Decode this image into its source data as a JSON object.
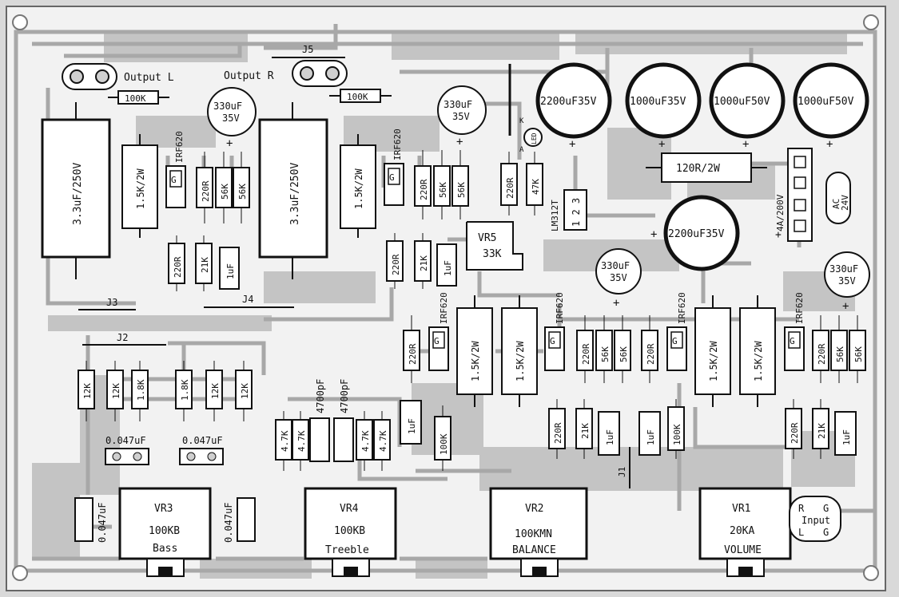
{
  "colors": {
    "board": "#f2f2f2",
    "copper": "#bdbdbd",
    "trace": "#a9a9a9",
    "ink": "#111111",
    "pad": "#ffffff"
  },
  "connectors": {
    "output_l": "Output L",
    "output_r": "Output R",
    "j1": "J1",
    "j2": "J2",
    "j3": "J3",
    "j4": "J4",
    "j5": "J5",
    "input": [
      "R",
      "G",
      "Input",
      "L",
      "G"
    ],
    "ac": [
      "AC",
      "24V"
    ]
  },
  "capacitors": {
    "c330_1": [
      "330uF",
      "35V"
    ],
    "c330_2": [
      "330uF",
      "35V"
    ],
    "c330_3": [
      "330uF",
      "35V"
    ],
    "c330_4": [
      "330uF",
      "35V"
    ],
    "c2200_1": "2200uF35V",
    "c1000_1": "1000uF35V",
    "c1000_2": "1000uF50V",
    "c1000_3": "1000uF50V",
    "c2200_2": "2200uF35V",
    "film_l": "3.3uF/250V",
    "film_r": "3.3uF/250V",
    "one_uf": "1uF",
    "c047": "0.047uF",
    "c4700": "4700pF"
  },
  "resistors": {
    "r100k": "100K",
    "r15k": "1.5K/2W",
    "r220": "220R",
    "r56k": "56K",
    "r21k": "21K",
    "r47k": "47K",
    "r12k": "12K",
    "r18k": "1.8K",
    "r47": "4.7K",
    "r120": "120R/2W",
    "fuse": "4A/200V"
  },
  "semis": {
    "irf": "IRF620",
    "gate": "G",
    "lm": "LM312T",
    "lm_pins": "1 2 3",
    "led": "LED",
    "led_a": "A",
    "led_k": "K"
  },
  "pots": {
    "vr1": [
      "VR1",
      "20KA",
      "VOLUME"
    ],
    "vr2": [
      "VR2",
      "100KMN",
      "BALANCE"
    ],
    "vr3": [
      "VR3",
      "100KB",
      "Bass"
    ],
    "vr4": [
      "VR4",
      "100KB",
      "Treeble"
    ],
    "vr5": [
      "VR5",
      "33K"
    ]
  },
  "polarity": "+"
}
